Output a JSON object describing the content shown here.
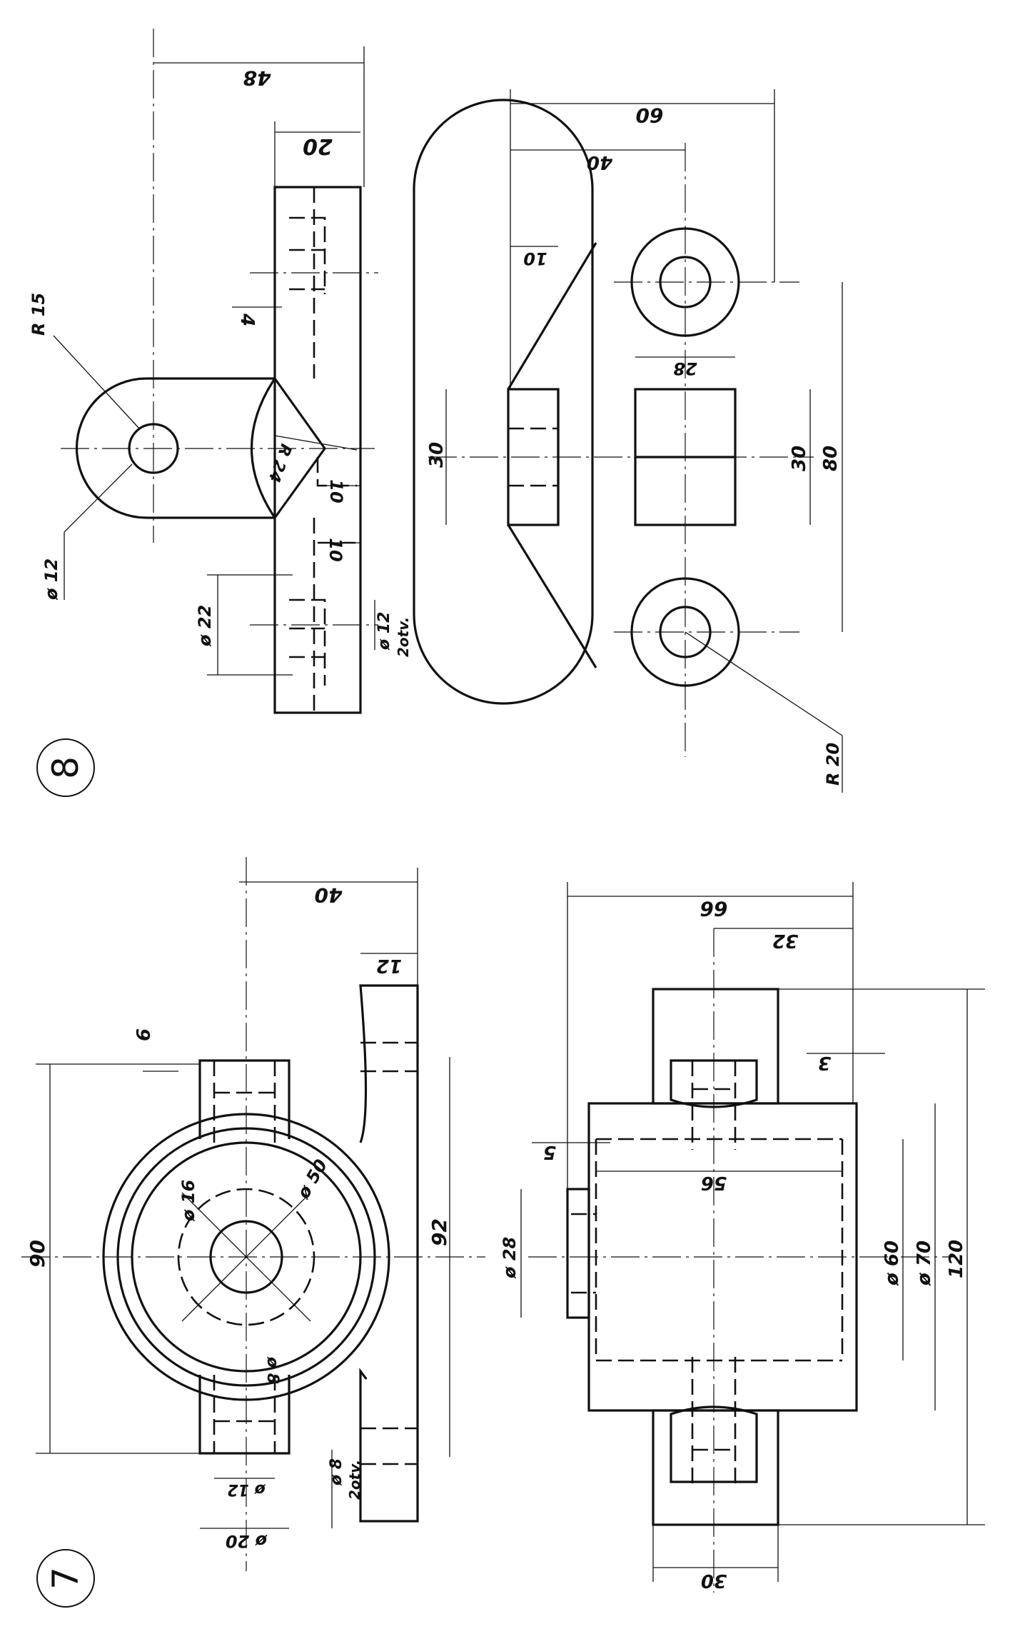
{
  "sheet": {
    "figure_numbers": [
      "8",
      "7"
    ]
  },
  "figure8": {
    "dims": {
      "d48": "48",
      "d20": "20",
      "r15": "R 15",
      "d4": "4",
      "r24": "R 24",
      "d10a": "10",
      "d10b": "10",
      "phi12": "ø 12",
      "phi22": "ø 22",
      "phi12_2": "ø 12",
      "two_holes": "2otv.",
      "d60": "60",
      "d40": "40",
      "d10c": "10",
      "d28": "28",
      "d30_left": "30",
      "d30_right": "30",
      "d80": "80",
      "r20": "R 20"
    }
  },
  "figure7": {
    "dims": {
      "d40": "40",
      "d12": "12",
      "d6": "6",
      "d90": "90",
      "phi16": "ø 16",
      "phi50": "ø 50",
      "phi8_hole": "ø 8",
      "d92": "92",
      "phi12": "ø 12",
      "phi20": "ø 20",
      "phi8": "ø 8",
      "two_holes": "2otv.",
      "d66": "66",
      "d32": "32",
      "d3": "3",
      "d5": "5",
      "d56": "56",
      "phi28": "ø 28",
      "phi60": "ø 60",
      "phi70": "ø 70",
      "d120": "120",
      "d30": "30"
    }
  }
}
